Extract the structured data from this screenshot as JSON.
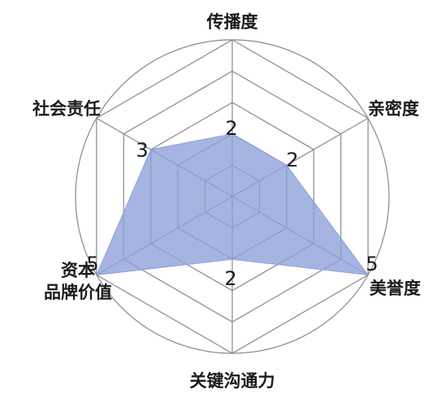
{
  "chart_data": {
    "type": "radar",
    "axes": [
      {
        "label_lines": [
          "传播度"
        ],
        "value": 2
      },
      {
        "label_lines": [
          "亲密度"
        ],
        "value": 2
      },
      {
        "label_lines": [
          "美誉度"
        ],
        "value": 5
      },
      {
        "label_lines": [
          "关键沟通力"
        ],
        "value": 2
      },
      {
        "label_lines": [
          "资本",
          "品牌价值"
        ],
        "value": 5
      },
      {
        "label_lines": [
          "社会责任"
        ],
        "value": 3
      }
    ],
    "range": [
      0,
      5
    ],
    "levels": 5,
    "colors": {
      "fill": "#8d9fd8",
      "stroke": "#8d9fd8",
      "grid": "#888888"
    }
  }
}
